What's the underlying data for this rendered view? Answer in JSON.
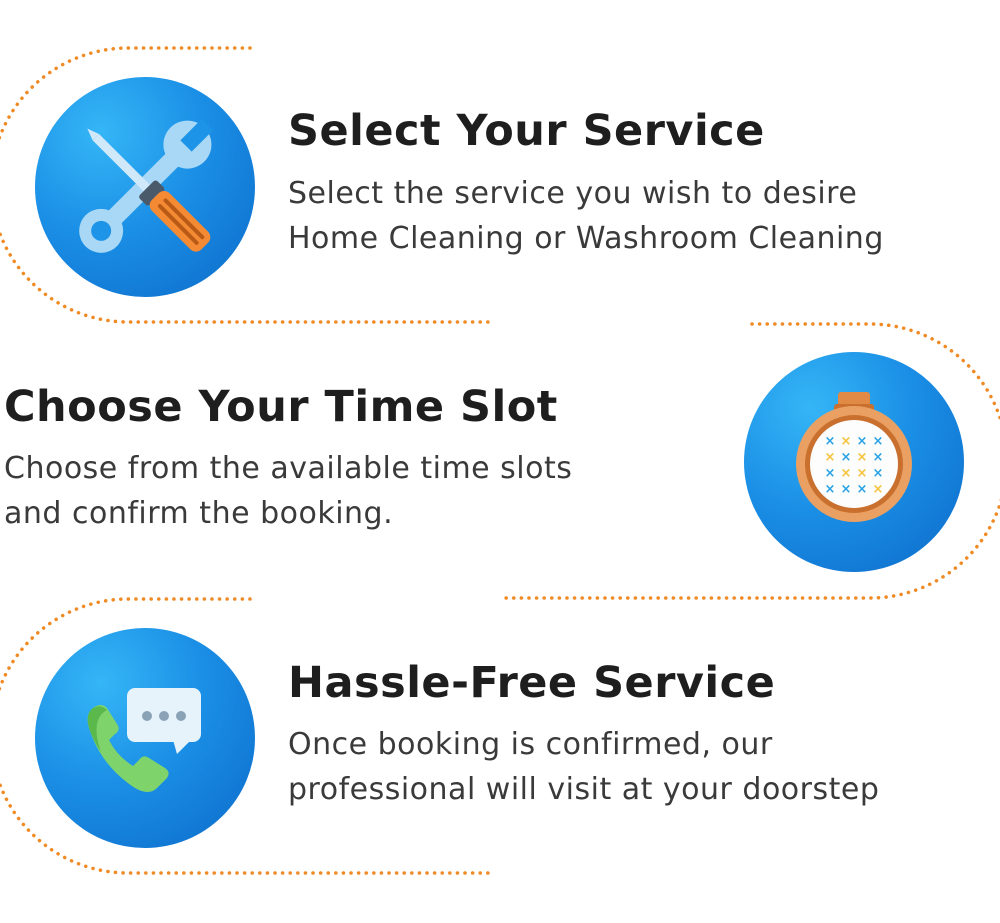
{
  "steps": [
    {
      "title": "Select Your Service",
      "desc_lines": [
        "Select the service you wish to desire",
        "Home Cleaning or Washroom Cleaning"
      ],
      "icon": "tools-icon"
    },
    {
      "title": "Choose Your Time Slot",
      "desc_lines": [
        "Choose from the available time slots",
        "and confirm the booking."
      ],
      "icon": "embroidery-hoop-icon"
    },
    {
      "title": "Hassle-Free Service",
      "desc_lines": [
        "Once booking is confirmed, our",
        "professional will visit at your doorstep"
      ],
      "icon": "phone-chat-icon"
    }
  ],
  "colors": {
    "circle_light": "#35b6f6",
    "circle_dark": "#0b6ac9",
    "dotted_line": "#f08a24",
    "title_text": "#1e1e1e",
    "desc_text": "#3a3a3a"
  }
}
